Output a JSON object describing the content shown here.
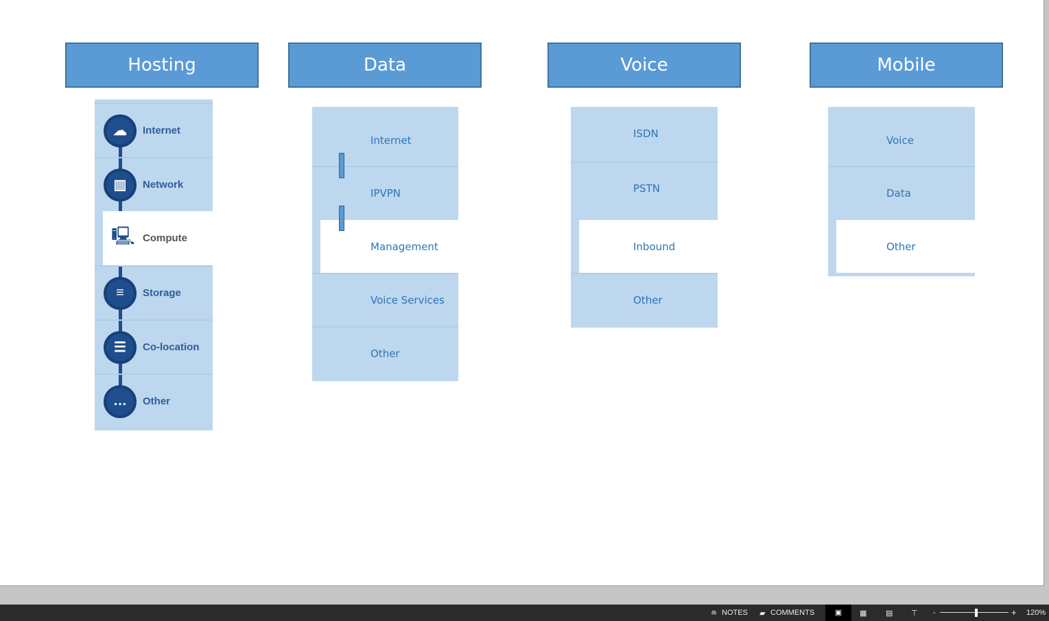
{
  "headers": {
    "hosting": "Hosting",
    "data": "Data",
    "voice": "Voice",
    "mobile": "Mobile"
  },
  "hosting": [
    {
      "label": "Internet",
      "icon": "cloud-icon"
    },
    {
      "label": "Network",
      "icon": "ethernet-icon"
    },
    {
      "label": "Compute",
      "icon": "computer-icon",
      "selected": true
    },
    {
      "label": "Storage",
      "icon": "database-icon"
    },
    {
      "label": "Co-location",
      "icon": "server-icon"
    },
    {
      "label": "Other",
      "icon": "more-icon"
    }
  ],
  "data": [
    "Internet",
    "IPVPN",
    "Management",
    "Voice Services",
    "Other"
  ],
  "voice": [
    "ISDN",
    "PSTN",
    "Inbound",
    "Other"
  ],
  "mobile": [
    "Voice",
    "Data",
    "Other"
  ],
  "status": {
    "notes": "NOTES",
    "comments": "COMMENTS",
    "zoom": "120%"
  }
}
